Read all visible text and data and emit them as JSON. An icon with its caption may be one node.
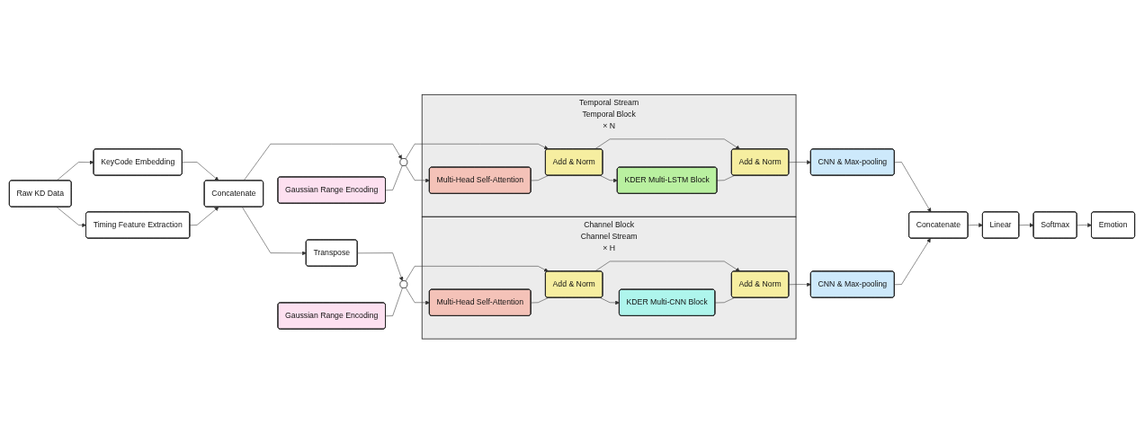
{
  "diagram": {
    "nodes": [
      {
        "text": [
          "Raw KD Data"
        ]
      },
      {
        "text": [
          "KeyCode Embedding"
        ]
      },
      {
        "text": [
          "Timing Feature Extraction"
        ]
      },
      {
        "text": [
          "Concatenate"
        ]
      },
      {
        "text": [
          "Transpose"
        ]
      },
      {
        "text": [
          "Gaussian Range Encoding"
        ]
      },
      {
        "text": [],
        "shape": "circle"
      },
      {
        "text": [
          "Temporal Stream",
          "Temporal Block"
        ],
        "beside": [
          "× N"
        ]
      },
      {
        "text": [
          "Multi-Head Self-Attention"
        ],
        "in": 7
      },
      {
        "text": [
          "Add & Norm"
        ],
        "in": 7
      },
      {
        "text": [
          "KDER Multi-LSTM Block"
        ],
        "in": 7
      },
      {
        "text": [
          "Add & Norm"
        ],
        "in": 7
      },
      {
        "text": [
          "CNN & Max-pooling"
        ]
      },
      {
        "text": [
          "Gaussian Range Encoding"
        ]
      },
      {
        "text": [],
        "shape": "circle"
      },
      {
        "text": [
          "Channel Block",
          "Channel Stream"
        ],
        "beside": [
          "× H"
        ]
      },
      {
        "text": [
          "Multi-Head Self-Attention"
        ],
        "in": 15
      },
      {
        "text": [
          "Add & Norm"
        ],
        "in": 15
      },
      {
        "text": [
          "KDER Multi-CNN Block"
        ],
        "in": 15
      },
      {
        "text": [
          "Add & Norm"
        ],
        "in": 15
      },
      {
        "text": [
          "CNN & Max-pooling"
        ]
      },
      {
        "text": [
          "Concatenate"
        ]
      },
      {
        "text": [
          "Linear"
        ]
      },
      {
        "text": [
          "Softmax"
        ]
      },
      {
        "text": [
          "Emotion"
        ]
      }
    ],
    "edges": [
      {
        "from": 0,
        "to": 1,
        "arrow": "to"
      },
      {
        "from": 0,
        "to": 2,
        "arrow": "to"
      },
      {
        "from": 1,
        "to": 3,
        "arrow": "to"
      },
      {
        "from": 2,
        "to": 3,
        "arrow": "to"
      },
      {
        "from": 3,
        "to": 6,
        "arrow": "to"
      },
      {
        "from": 3,
        "to": 4,
        "arrow": "to"
      },
      {
        "from": 5,
        "to": 6,
        "arrow": "none"
      },
      {
        "from": 6,
        "to": 8,
        "arrow": "to"
      },
      {
        "from": 6,
        "to": 9,
        "arrow": "to"
      },
      {
        "from": 8,
        "to": 9,
        "arrow": "none"
      },
      {
        "from": 9,
        "to": 10,
        "arrow": "to"
      },
      {
        "from": 9,
        "to": 11,
        "arrow": "to"
      },
      {
        "from": 10,
        "to": 11,
        "arrow": "none"
      },
      {
        "from": 11,
        "to": 12,
        "arrow": "to"
      },
      {
        "from": 4,
        "to": 14,
        "arrow": "to"
      },
      {
        "from": 13,
        "to": 14,
        "arrow": "none"
      },
      {
        "from": 14,
        "to": 16,
        "arrow": "to"
      },
      {
        "from": 14,
        "to": 17,
        "arrow": "to"
      },
      {
        "from": 16,
        "to": 17,
        "arrow": "none"
      },
      {
        "from": 17,
        "to": 18,
        "arrow": "to"
      },
      {
        "from": 17,
        "to": 19,
        "arrow": "to"
      },
      {
        "from": 18,
        "to": 19,
        "arrow": "none"
      },
      {
        "from": 19,
        "to": 20,
        "arrow": "to"
      },
      {
        "from": 12,
        "to": 21,
        "arrow": "to"
      },
      {
        "from": 20,
        "to": 21,
        "arrow": "to"
      },
      {
        "from": 21,
        "to": 22,
        "arrow": "to"
      },
      {
        "from": 22,
        "to": 23,
        "arrow": "to"
      },
      {
        "from": 23,
        "to": 24,
        "arrow": "to"
      }
    ]
  }
}
